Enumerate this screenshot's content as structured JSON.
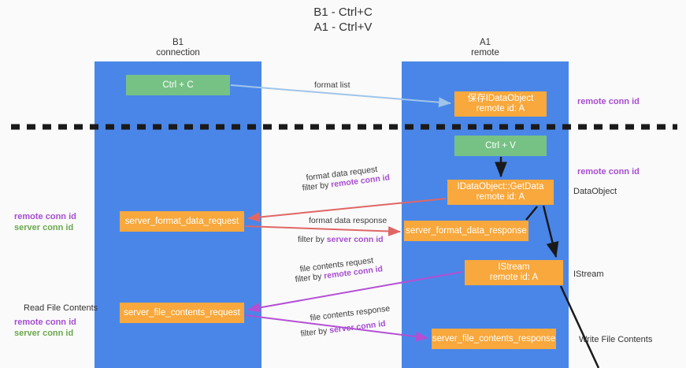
{
  "title": "B1 - Ctrl+C\nA1 - Ctrl+V",
  "columns": {
    "left": {
      "header": "B1\nconnection",
      "color": "#4a86e8"
    },
    "right": {
      "header": "A1\nremote",
      "color": "#4a86e8"
    }
  },
  "nodes": {
    "ctrl_c": {
      "label": "Ctrl + C",
      "color": "#76c285"
    },
    "idataobject": {
      "label": "保存IDataObject\nremote id: A",
      "color": "#f8a83c"
    },
    "ctrl_v": {
      "label": "Ctrl + V",
      "color": "#76c285"
    },
    "getdata": {
      "label": "IDataObject::GetData\nremote id: A",
      "color": "#f8a83c"
    },
    "server_format_data_request": {
      "label": "server_format_data_request",
      "color": "#f8a83c"
    },
    "server_format_data_response": {
      "label": "server_format_data_response",
      "color": "#f8a83c"
    },
    "istream": {
      "label": "IStream\nremote id: A",
      "color": "#f8a83c"
    },
    "server_file_contents_request": {
      "label": "server_file_contents_request",
      "color": "#f8a83c"
    },
    "server_file_contents_response": {
      "label": "server_file_contents_response",
      "color": "#f8a83c"
    }
  },
  "edge_labels": {
    "format_list": "format list",
    "format_data_request": "format data request",
    "format_data_request_filter_prefix": "filter by ",
    "format_data_request_filter_key": "remote conn id",
    "format_data_response": "format data response",
    "format_data_response_filter_prefix": "filter by ",
    "format_data_response_filter_key": "server conn id",
    "file_contents_request": "file contents request",
    "file_contents_request_filter_prefix": "filter by ",
    "file_contents_request_filter_key": "remote conn id",
    "file_contents_response": "file contents response",
    "file_contents_response_filter_prefix": "filter by ",
    "file_contents_response_filter_key": "server conn id"
  },
  "annotations": {
    "right_top_remote_conn_id": "remote conn id",
    "right_mid_remote_conn_id": "remote conn id",
    "right_dataobject": "DataObject",
    "right_istream": "IStream",
    "right_write_file_contents": "Write File Contents",
    "left_ids_top_remote": "remote conn id",
    "left_ids_top_server": "server conn id",
    "left_read_file_contents": "Read File Contents",
    "left_ids_bottom_remote": "remote conn id",
    "left_ids_bottom_server": "server conn id"
  },
  "colors": {
    "column_blue": "#4a86e8",
    "node_green": "#76c285",
    "node_orange": "#f8a83c",
    "key_purple": "#a64dd1",
    "key_green": "#6aa84f",
    "arrow_light_blue": "#9fc5e8",
    "arrow_red": "#e06666",
    "arrow_magenta": "#b44fd4",
    "arrow_black": "#1a1a1a",
    "divider_black": "#1a1a1a"
  }
}
